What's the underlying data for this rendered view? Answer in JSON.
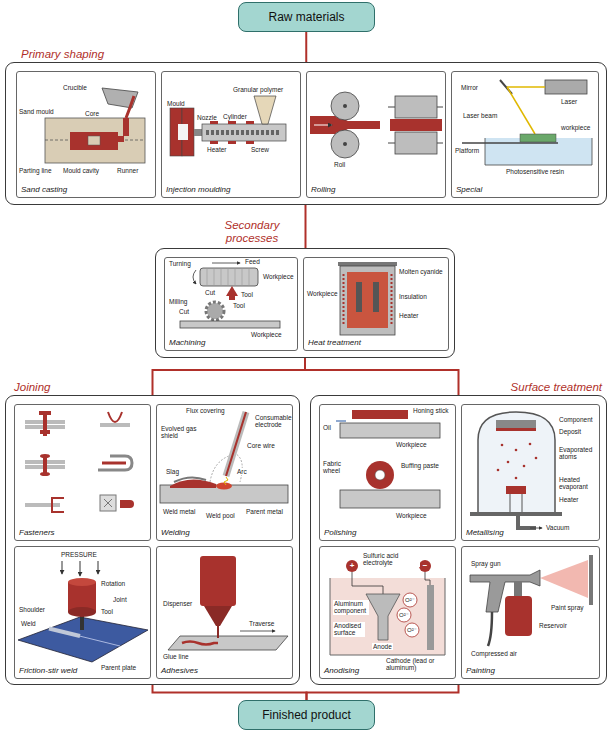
{
  "diagram": {
    "nodes": [
      {
        "text": [
          "Raw materials"
        ]
      },
      {
        "text": [
          "Primary shaping"
        ]
      },
      {
        "text": [
          "Sand casting"
        ],
        "in": 1
      },
      {
        "text": [
          "Injection moulding"
        ],
        "in": 1
      },
      {
        "text": [
          "Rolling"
        ],
        "in": 1
      },
      {
        "text": [
          "Special"
        ],
        "in": 1
      },
      {
        "text": [
          "Secondary processes"
        ]
      },
      {
        "text": [
          "Machining"
        ],
        "in": 6
      },
      {
        "text": [
          "Heat treatment"
        ],
        "in": 6
      },
      {
        "text": [
          "Joining"
        ]
      },
      {
        "text": [
          "Fasteners"
        ],
        "in": 9
      },
      {
        "text": [
          "Welding"
        ],
        "in": 9
      },
      {
        "text": [
          "Friction-stir weld"
        ],
        "in": 9
      },
      {
        "text": [
          "Adhesives"
        ],
        "in": 9
      },
      {
        "text": [
          "Surface treatment"
        ]
      },
      {
        "text": [
          "Polishing"
        ],
        "in": 14
      },
      {
        "text": [
          "Metallising"
        ],
        "in": 14
      },
      {
        "text": [
          "Anodising"
        ],
        "in": 14
      },
      {
        "text": [
          "Painting"
        ],
        "in": 14
      },
      {
        "text": [
          "Finished product"
        ]
      }
    ],
    "edges": [
      {
        "from": 0,
        "to": 1,
        "arrow": "none"
      },
      {
        "from": 1,
        "to": 6,
        "arrow": "none"
      },
      {
        "from": 6,
        "to": 9,
        "arrow": "none"
      },
      {
        "from": 6,
        "to": 14,
        "arrow": "none"
      },
      {
        "from": 9,
        "to": 19,
        "arrow": "none"
      },
      {
        "from": 14,
        "to": 19,
        "arrow": "none"
      }
    ],
    "labels": [
      "Crucible",
      "Sand mould",
      "Core",
      "Parting line",
      "Mould cavity",
      "Runner",
      "Mould",
      "Nozzle",
      "Granular polymer",
      "Cylinder",
      "Heater",
      "Screw",
      "Roll",
      "Laser",
      "Mirror",
      "Laser beam",
      "workpiece",
      "Platform",
      "Photosensitive resin",
      "Turning",
      "Feed",
      "Workpiece",
      "Cut",
      "Tool",
      "Milling",
      "Tool",
      "Cut",
      "Workpiece",
      "Workpiece",
      "Molten cyanide",
      "Insulation",
      "Heater",
      "Flux covering",
      "Consumable electrode",
      "Evolved gas shield",
      "Core wire",
      "Slag",
      "Arc",
      "Weld metal",
      "Weld pool",
      "Parent metal",
      "PRESSURE",
      "Rotation",
      "Shoulder",
      "Weld",
      "Joint",
      "Tool",
      "Parent plate",
      "Dispenser",
      "Traverse",
      "Glue line",
      "Honing stick",
      "Oil",
      "Workpiece",
      "Fabric wheel",
      "Buffing paste",
      "Workpiece",
      "Component",
      "Deposit",
      "Evaporated atoms",
      "Heated evaporant",
      "Heater",
      "Vacuum",
      "+",
      "−",
      "Sulfuric acid electrolyte",
      "Aluminum component",
      "Anodised surface",
      "Anode",
      "O²⁻",
      "O²⁻",
      "O²⁻",
      "Cathode (lead or aluminum)",
      "Spray gun",
      "Paint spray",
      "Reservoir",
      "Compressed air"
    ]
  }
}
